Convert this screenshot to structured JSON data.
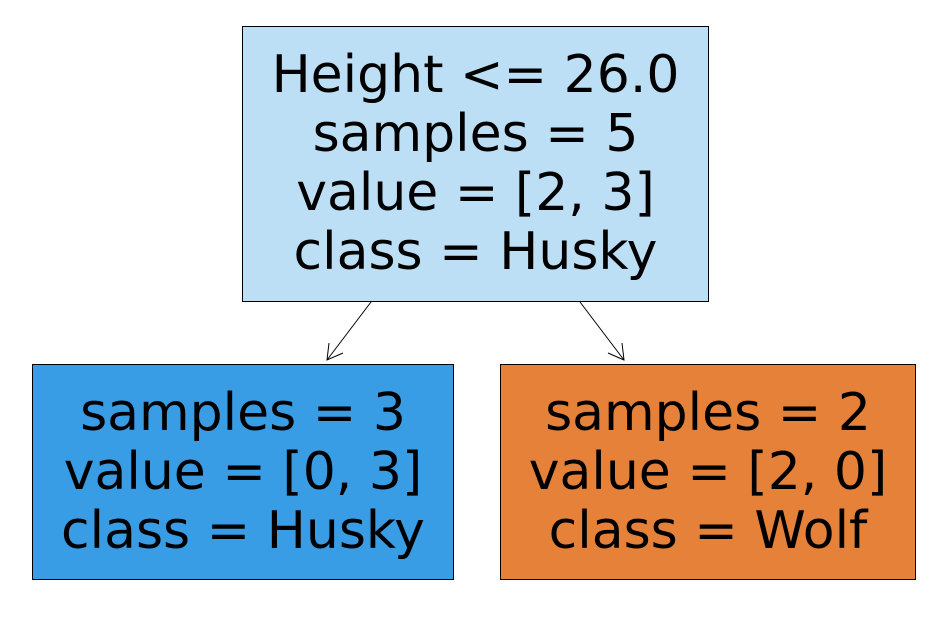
{
  "tree": {
    "root": {
      "lines": [
        "Height <= 26.0",
        "samples = 5",
        "value = [2, 3]",
        "class = Husky"
      ],
      "fill": "#bddff6"
    },
    "left": {
      "lines": [
        "samples = 3",
        "value = [0, 3]",
        "class = Husky"
      ],
      "fill": "#399de5"
    },
    "right": {
      "lines": [
        "samples = 2",
        "value = [2, 0]",
        "class = Wolf"
      ],
      "fill": "#e58139"
    }
  }
}
